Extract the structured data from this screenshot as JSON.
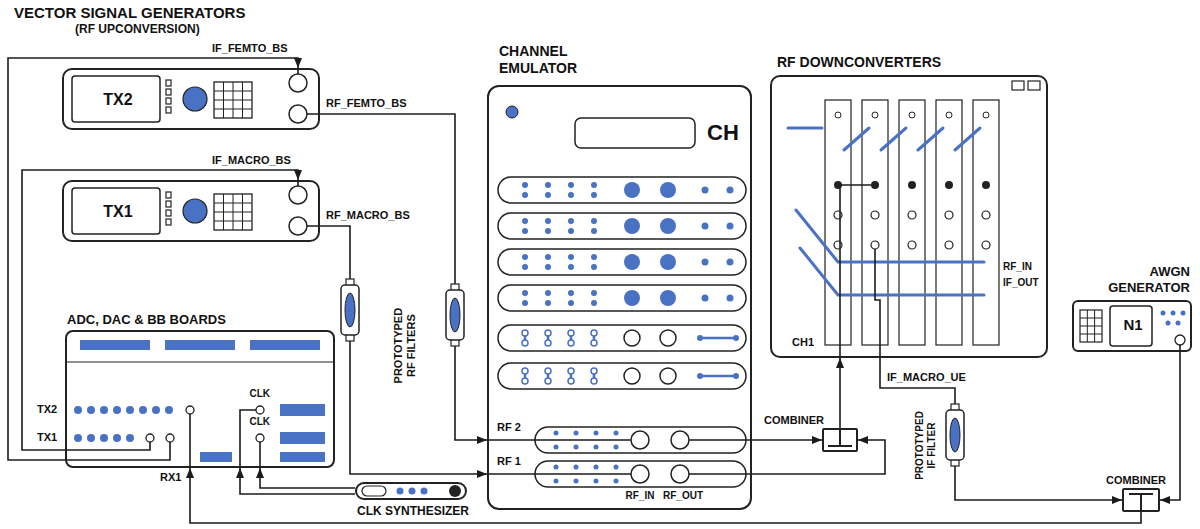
{
  "diagram": {
    "nodes": [
      {
        "text": [
          "TX2"
        ]
      },
      {
        "text": [
          "TX1"
        ]
      },
      {
        "text": [
          "ADC, DAC & BB BOARDS"
        ]
      },
      {
        "text": [
          "CLK SYNTHESIZER"
        ]
      },
      {
        "text": [
          "CHANNEL EMULATOR",
          "CH"
        ]
      },
      {
        "text": [
          "RF DOWNCONVERTERS",
          "CH1"
        ]
      },
      {
        "text": [
          "COMBINER"
        ]
      },
      {
        "text": [
          "AWGN GENERATOR",
          "N1"
        ]
      },
      {
        "text": [
          "COMBINER"
        ]
      }
    ],
    "edges": [
      {
        "from": 2,
        "to": 0,
        "arrow": "to",
        "label": "IF_FEMTO_BS"
      },
      {
        "from": 2,
        "to": 1,
        "arrow": "to",
        "label": "IF_MACRO_BS"
      },
      {
        "from": 0,
        "to": 4,
        "arrow": "to",
        "label": "RF_FEMTO_BS"
      },
      {
        "from": 1,
        "to": 4,
        "arrow": "to",
        "label": "RF_MACRO_BS"
      },
      {
        "from": 4,
        "to": 6,
        "arrow": "to"
      },
      {
        "from": 4,
        "to": 6,
        "arrow": "to"
      },
      {
        "from": 6,
        "to": 5,
        "arrow": "to"
      },
      {
        "from": 5,
        "to": 8,
        "arrow": "to",
        "label": "IF_MACRO_UE"
      },
      {
        "from": 7,
        "to": 8,
        "arrow": "to"
      },
      {
        "from": 8,
        "to": 2,
        "arrow": "to"
      },
      {
        "from": 3,
        "to": 2,
        "arrow": "to"
      },
      {
        "from": 3,
        "to": 2,
        "arrow": "to"
      }
    ],
    "labels": [
      "VECTOR SIGNAL GENERATORS",
      "(RF UPCONVERSION)",
      "PROTOTYPED RF FILTERS",
      "TX2",
      "CLK",
      "TX1",
      "CLK",
      "RX1",
      "RF 2",
      "RF 1",
      "RF_IN",
      "RF_OUT",
      "RF_IN",
      "IF_OUT",
      "PROTOTYPED IF FILTER"
    ]
  }
}
